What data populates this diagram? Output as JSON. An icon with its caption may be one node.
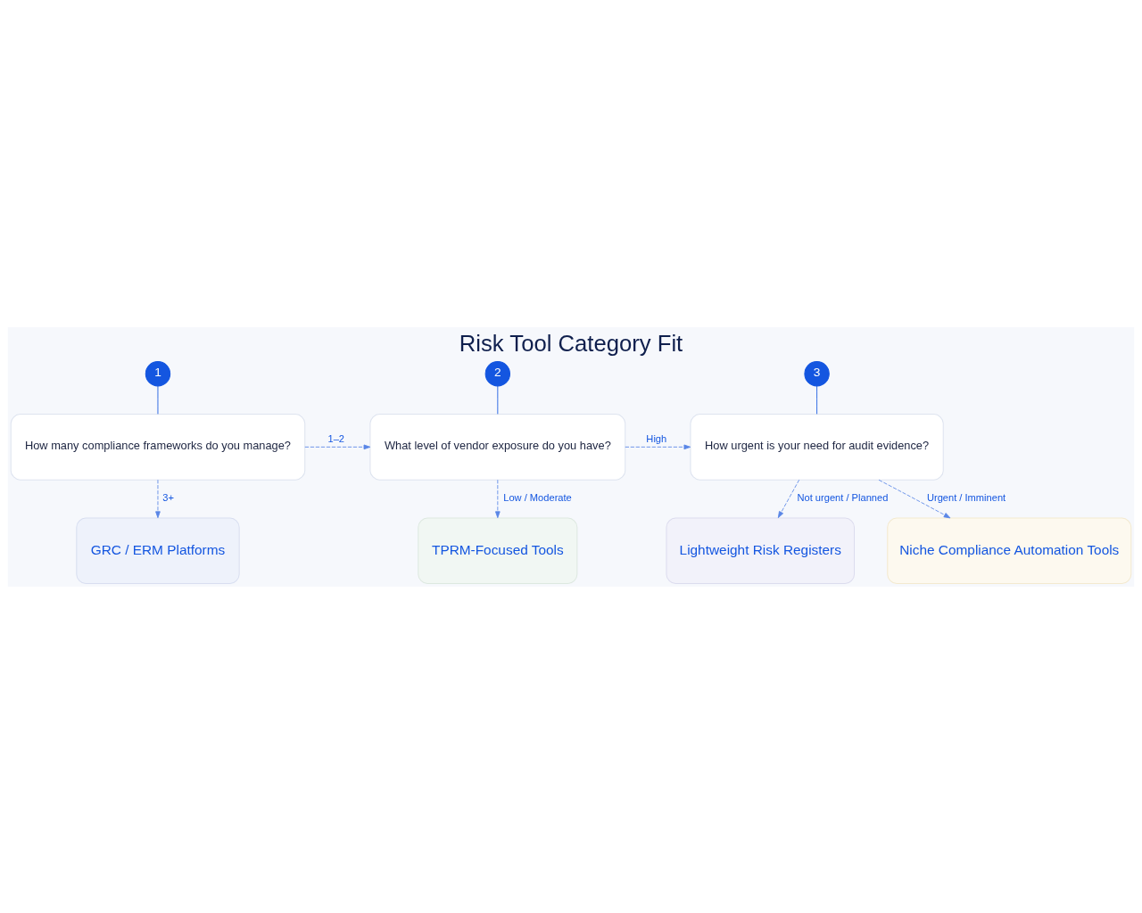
{
  "diagram": {
    "title": "Risk Tool Category Fit",
    "nodes": [
      {
        "text": [
          "1"
        ]
      },
      {
        "text": [
          "How many compliance frameworks do you manage?"
        ]
      },
      {
        "text": [
          "2"
        ]
      },
      {
        "text": [
          "What level of vendor exposure do you have?"
        ]
      },
      {
        "text": [
          "3"
        ]
      },
      {
        "text": [
          "How urgent is your need for audit evidence?"
        ]
      },
      {
        "text": [
          "GRC / ERM Platforms"
        ]
      },
      {
        "text": [
          "TPRM-Focused Tools"
        ]
      },
      {
        "text": [
          "Lightweight Risk Registers"
        ]
      },
      {
        "text": [
          "Niche Compliance Automation Tools"
        ]
      }
    ],
    "edges": [
      {
        "from": 0,
        "to": 1,
        "arrow": "none"
      },
      {
        "from": 2,
        "to": 3,
        "arrow": "none"
      },
      {
        "from": 4,
        "to": 5,
        "arrow": "none"
      },
      {
        "from": 1,
        "to": 3,
        "arrow": "to",
        "label": "1–2",
        "style": "dashed"
      },
      {
        "from": 3,
        "to": 5,
        "arrow": "to",
        "label": "High",
        "style": "dashed"
      },
      {
        "from": 1,
        "to": 6,
        "arrow": "to",
        "label": "3+",
        "style": "dashed"
      },
      {
        "from": 3,
        "to": 7,
        "arrow": "to",
        "label": "Low / Moderate",
        "style": "dashed"
      },
      {
        "from": 5,
        "to": 8,
        "arrow": "to",
        "label": "Not urgent / Planned",
        "style": "dashed"
      },
      {
        "from": 5,
        "to": 9,
        "arrow": "to",
        "label": "Urgent / Imminent",
        "style": "dashed"
      }
    ]
  }
}
